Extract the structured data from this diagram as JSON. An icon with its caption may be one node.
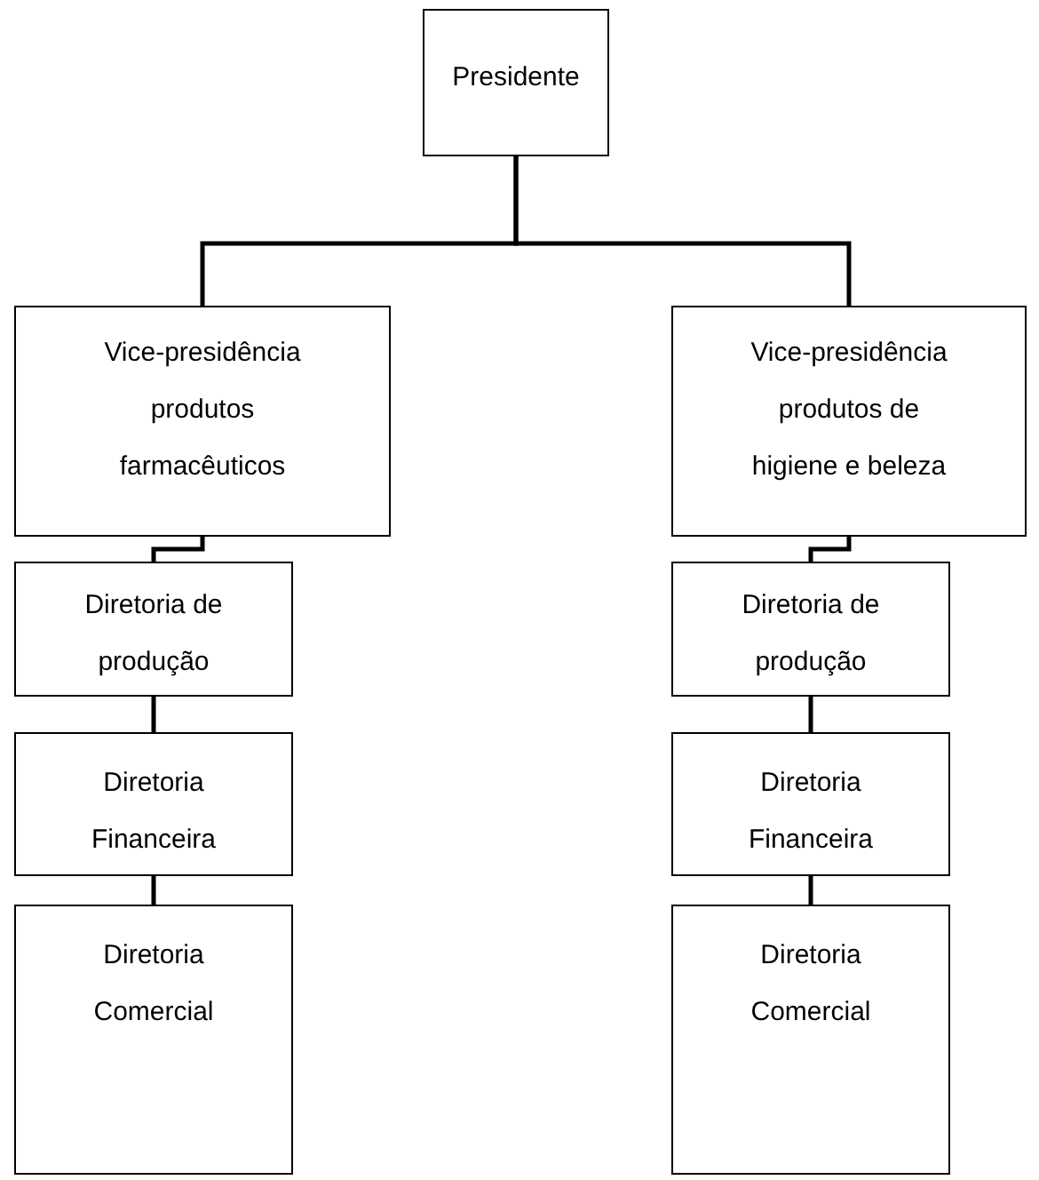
{
  "diagram": {
    "nodes": [
      {
        "text": [
          "Presidente"
        ]
      },
      {
        "text": [
          "Vice-presidência produtos farmacêuticos"
        ]
      },
      {
        "text": [
          "Vice-presidência produtos de higiene e beleza"
        ]
      },
      {
        "text": [
          "Diretoria de produção"
        ]
      },
      {
        "text": [
          "Diretoria Financeira"
        ]
      },
      {
        "text": [
          "Diretoria Comercial"
        ]
      },
      {
        "text": [
          "Diretoria de produção"
        ]
      },
      {
        "text": [
          "Diretoria Financeira"
        ]
      },
      {
        "text": [
          "Diretoria Comercial"
        ]
      }
    ],
    "edges": [
      {
        "from": 0,
        "to": 1,
        "arrow": "none"
      },
      {
        "from": 0,
        "to": 2,
        "arrow": "none"
      },
      {
        "from": 1,
        "to": 3,
        "arrow": "none"
      },
      {
        "from": 3,
        "to": 4,
        "arrow": "none"
      },
      {
        "from": 4,
        "to": 5,
        "arrow": "none"
      },
      {
        "from": 2,
        "to": 6,
        "arrow": "none"
      },
      {
        "from": 6,
        "to": 7,
        "arrow": "none"
      },
      {
        "from": 7,
        "to": 8,
        "arrow": "none"
      }
    ]
  }
}
